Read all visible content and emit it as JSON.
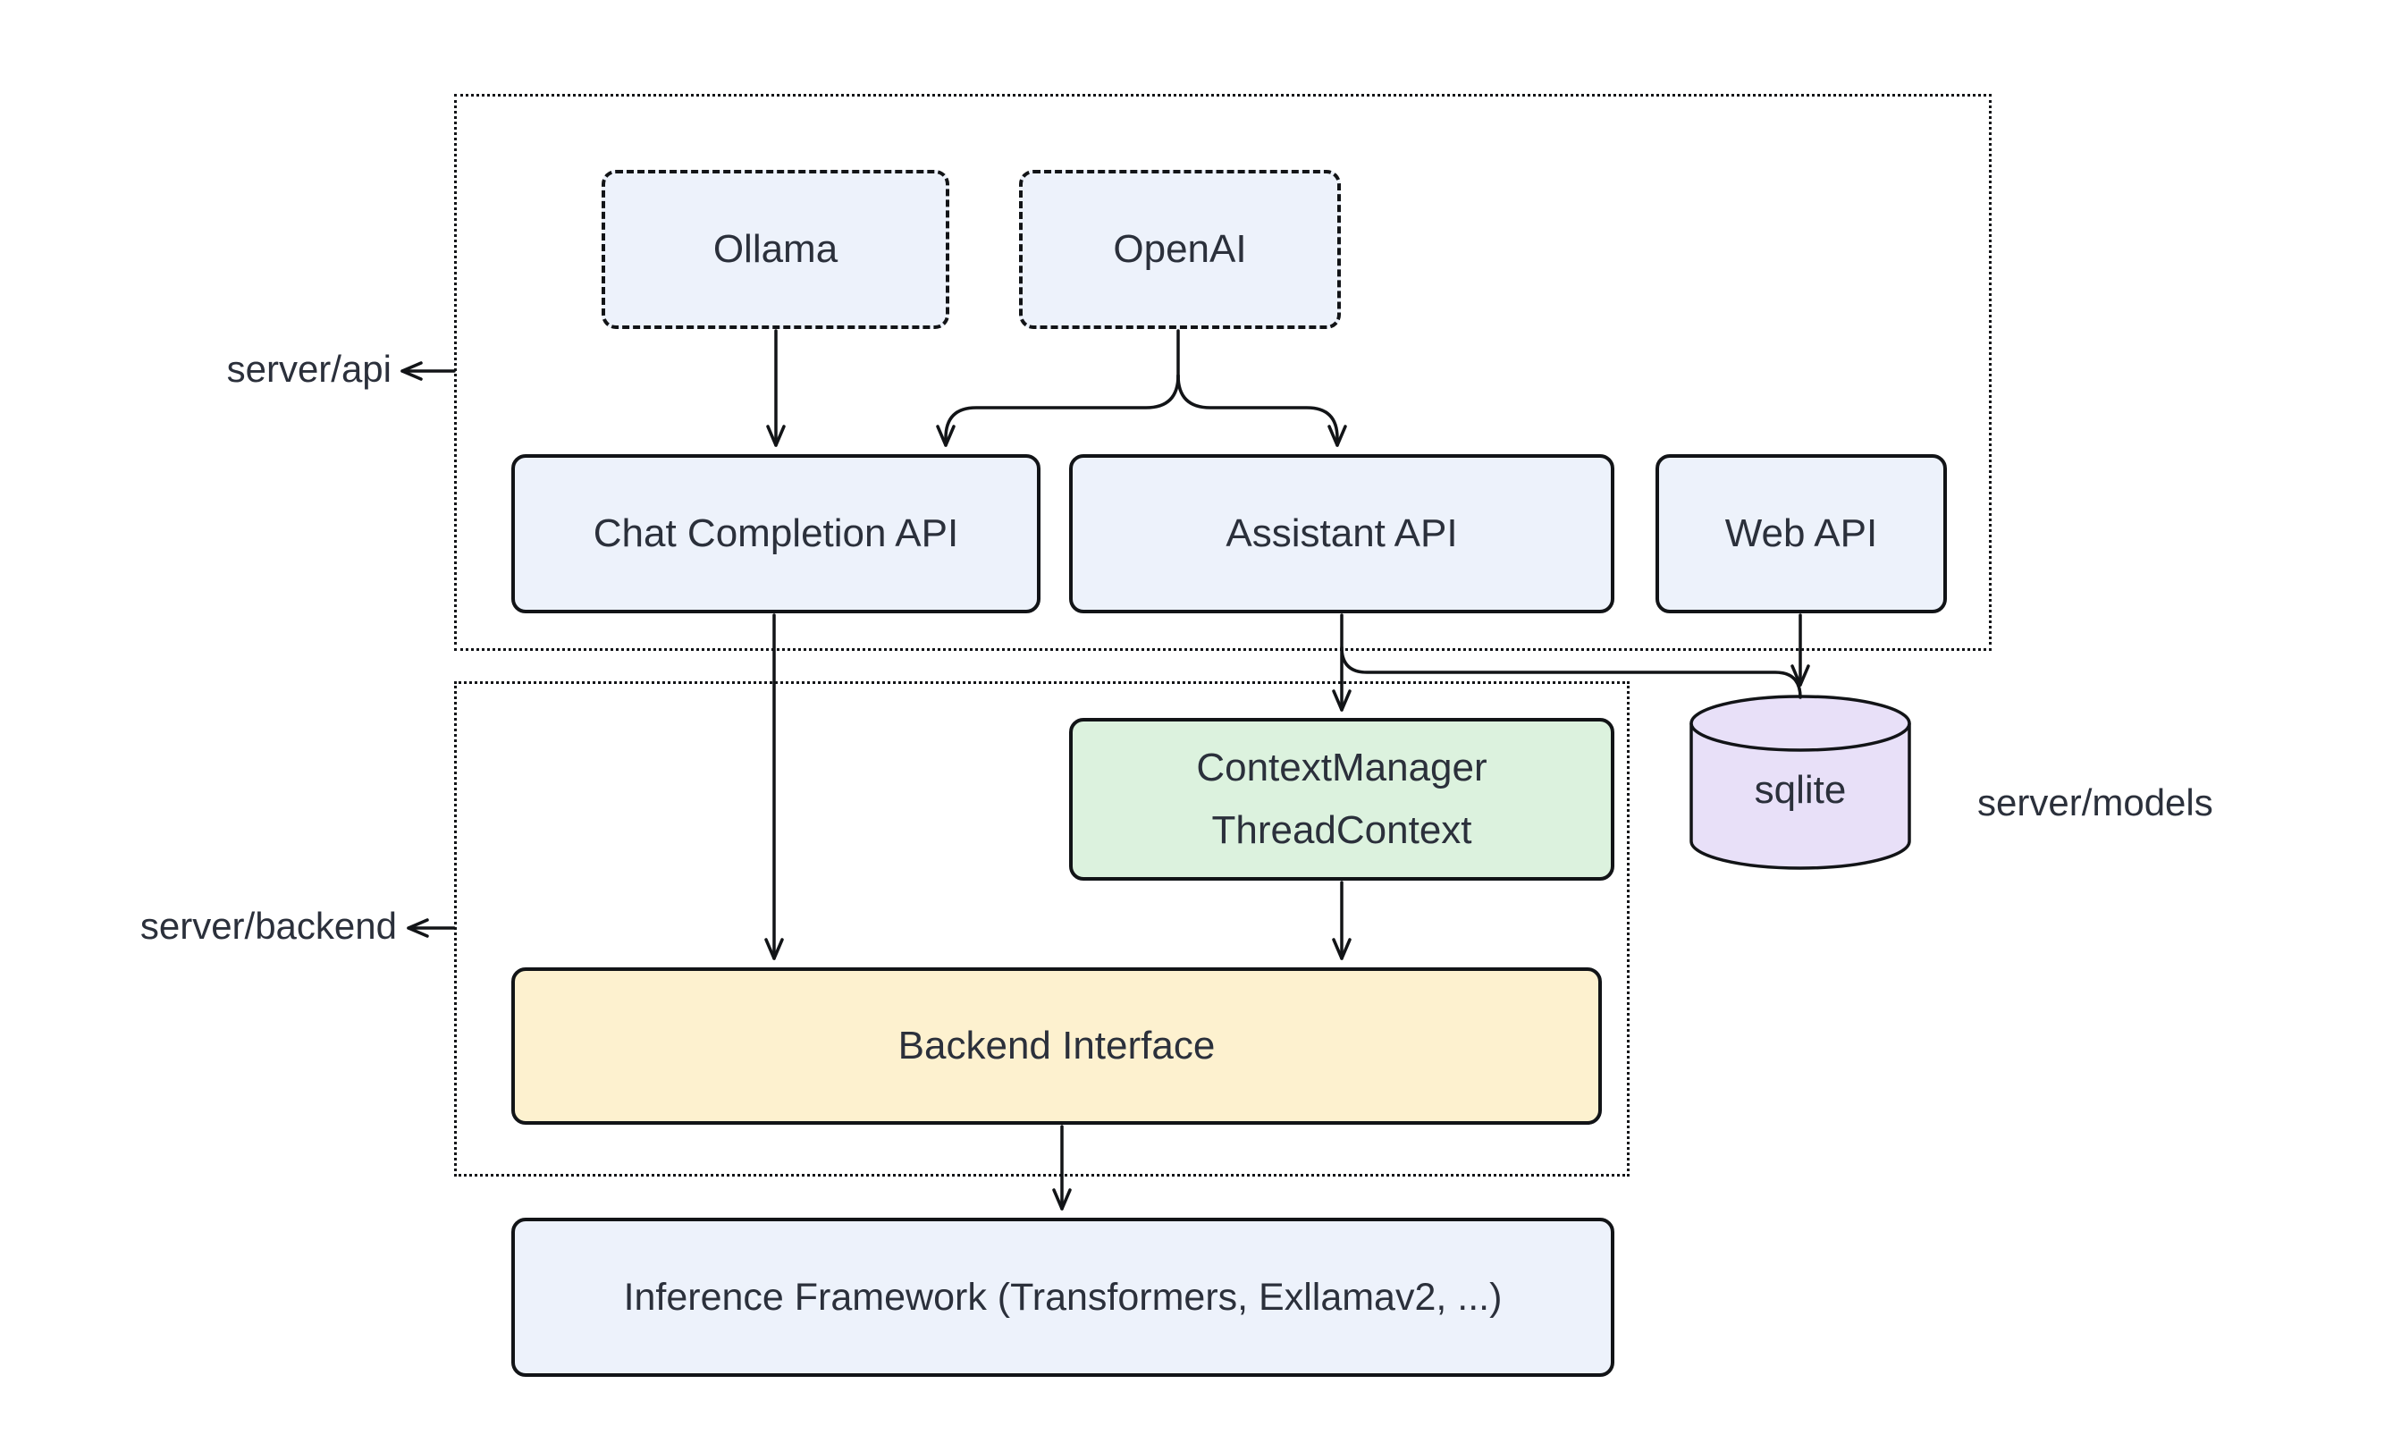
{
  "diagram": {
    "containers": {
      "api": {
        "label": "server/api"
      },
      "backend": {
        "label": "server/backend"
      },
      "models": {
        "label": "server/models"
      }
    },
    "nodes": {
      "ollama": {
        "label": "Ollama"
      },
      "openai": {
        "label": "OpenAI"
      },
      "chat_api": {
        "label": "Chat Completion API"
      },
      "assistant_api": {
        "label": "Assistant API"
      },
      "web_api": {
        "label": "Web API"
      },
      "context": {
        "line1": "ContextManager",
        "line2": "ThreadContext"
      },
      "sqlite": {
        "label": "sqlite"
      },
      "backend_interface": {
        "label": "Backend Interface"
      },
      "inference": {
        "label": "Inference Framework (Transformers, Exllamav2, ...)"
      }
    },
    "edges": [
      {
        "from": "Ollama",
        "to": "Chat Completion API"
      },
      {
        "from": "OpenAI",
        "to": "Chat Completion API"
      },
      {
        "from": "OpenAI",
        "to": "Assistant API"
      },
      {
        "from": "Chat Completion API",
        "to": "Backend Interface"
      },
      {
        "from": "Assistant API",
        "to": "ContextManager ThreadContext"
      },
      {
        "from": "Assistant API",
        "to": "sqlite"
      },
      {
        "from": "Web API",
        "to": "sqlite"
      },
      {
        "from": "ContextManager ThreadContext",
        "to": "Backend Interface"
      },
      {
        "from": "Backend Interface",
        "to": "Inference Framework (Transformers, Exllamav2, ...)"
      }
    ],
    "colors": {
      "node_fill": "#edf2fb",
      "green_fill": "#dcf2de",
      "yellow_fill": "#fdf1cf",
      "purple_fill": "#e8e0f8",
      "stroke": "#121417",
      "text": "#2b303b",
      "background": "#ffffff"
    }
  }
}
